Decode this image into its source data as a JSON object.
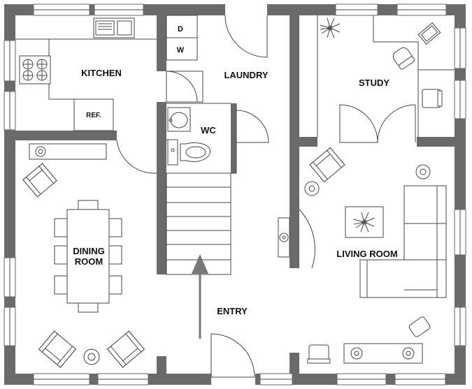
{
  "rooms": {
    "kitchen": "KITCHEN",
    "laundry": "LAUNDRY",
    "study": "STUDY",
    "wc": "WC",
    "dining_line1": "DINING",
    "dining_line2": "ROOM",
    "living": "LIVING ROOM",
    "entry": "ENTRY"
  },
  "appliances": {
    "dryer": "D",
    "washer": "W",
    "fridge": "REF."
  },
  "colors": {
    "wall": "#6a6a6a",
    "line": "#444444",
    "background": "#ffffff"
  }
}
